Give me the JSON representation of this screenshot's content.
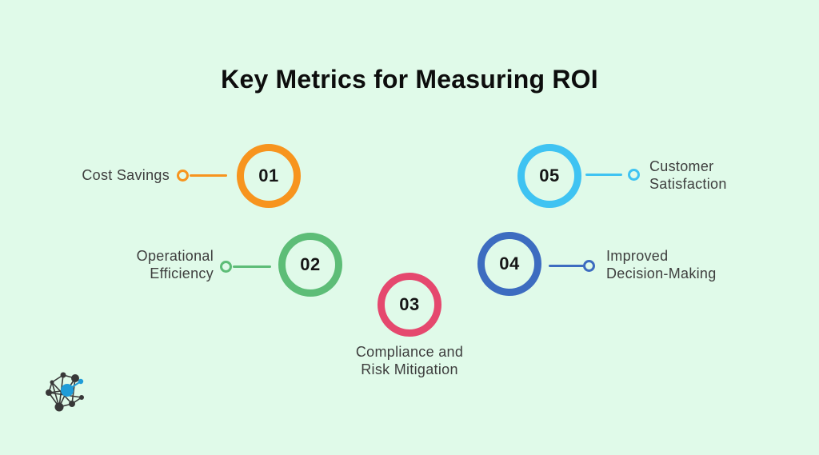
{
  "title": "Key Metrics for Measuring ROI",
  "background_color": "#e0fae9",
  "text_color": "#3e3e3e",
  "metrics": [
    {
      "number": "01",
      "label": "Cost Savings",
      "line1": "Cost Savings",
      "line2": "",
      "color": "#f7941e"
    },
    {
      "number": "02",
      "label": "Operational Efficiency",
      "line1": "Operational",
      "line2": "Efficiency",
      "color": "#5dbd77"
    },
    {
      "number": "03",
      "label": "Compliance and Risk Mitigation",
      "line1": "Compliance and",
      "line2": "Risk Mitigation",
      "color": "#e5486e"
    },
    {
      "number": "04",
      "label": "Improved Decision-Making",
      "line1": "Improved",
      "line2": "Decision-Making",
      "color": "#3d6cc0"
    },
    {
      "number": "05",
      "label": "Customer Satisfaction",
      "line1": "Customer",
      "line2": "Satisfaction",
      "color": "#3fc3f2"
    }
  ],
  "logo": {
    "name": "network-graph-logo",
    "dark_color": "#383838",
    "accent_color": "#1f9cd8"
  }
}
